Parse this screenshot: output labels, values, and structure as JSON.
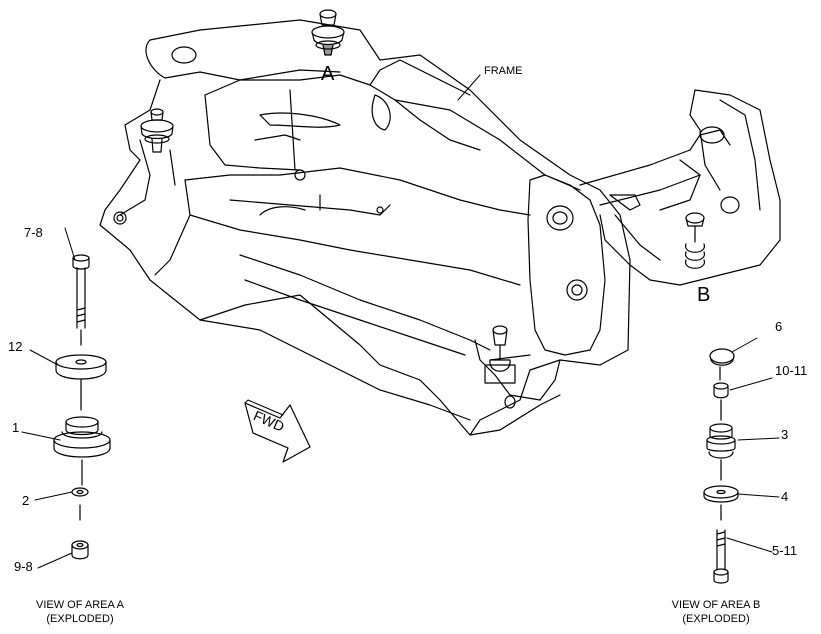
{
  "diagram": {
    "frame_label": "FRAME",
    "area_a_label": "A",
    "area_b_label": "B",
    "fwd_label": "FWD",
    "parts_a": {
      "p7_8": "7-8",
      "p12": "12",
      "p1": "1",
      "p2": "2",
      "p9_8": "9-8"
    },
    "parts_b": {
      "p6": "6",
      "p10_11": "10-11",
      "p3": "3",
      "p4": "4",
      "p5_11": "5-11"
    },
    "caption_a": {
      "line1": "VIEW OF AREA  A",
      "line2": "(EXPLODED)"
    },
    "caption_b": {
      "line1": "VIEW OF AREA  B",
      "line2": "(EXPLODED)"
    }
  }
}
